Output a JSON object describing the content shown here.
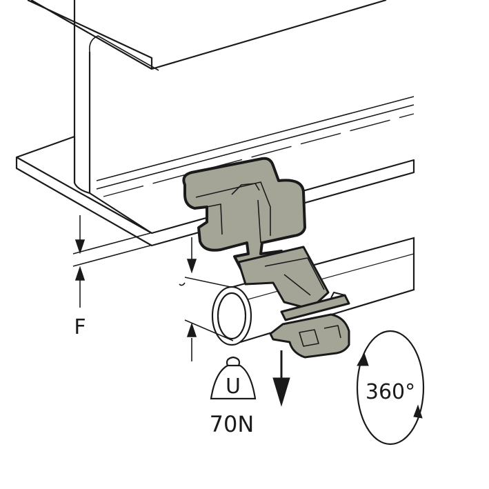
{
  "labels": {
    "flange_thickness": "F",
    "pipe_size": "U",
    "load": "70N",
    "rotation": "360°"
  },
  "colors": {
    "clip_fill": "#a5a597",
    "outline": "#1a1a1a",
    "background": "#ffffff"
  }
}
